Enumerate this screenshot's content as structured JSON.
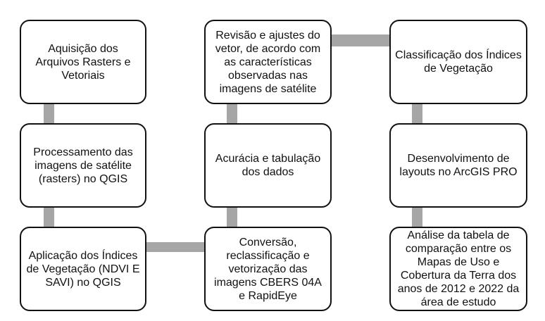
{
  "diagram": {
    "connector_color": "#a6a6a6",
    "steps": [
      {
        "label": "Aquisição dos Arquivos Rasters e Vetoriais"
      },
      {
        "label": "Processamento das imagens de satélite (rasters) no QGIS"
      },
      {
        "label": "Aplicação dos Índices de Vegetação (NDVI E SAVI) no QGIS"
      },
      {
        "label": "Conversão, reclassificação e vetorização das imagens CBERS 04A  e RapidEye"
      },
      {
        "label": "Acurácia e tabulação dos dados"
      },
      {
        "label": "Revisão e ajustes do vetor, de acordo com as características observadas nas imagens de satélite"
      },
      {
        "label": "Classificação dos Índices de Vegetação"
      },
      {
        "label": "Desenvolvimento de layouts no ArcGIS PRO"
      },
      {
        "label": "Análise da tabela de comparação entre os Mapas de Uso e Cobertura da Terra dos anos de 2012 e 2022 da área de estudo"
      }
    ]
  }
}
